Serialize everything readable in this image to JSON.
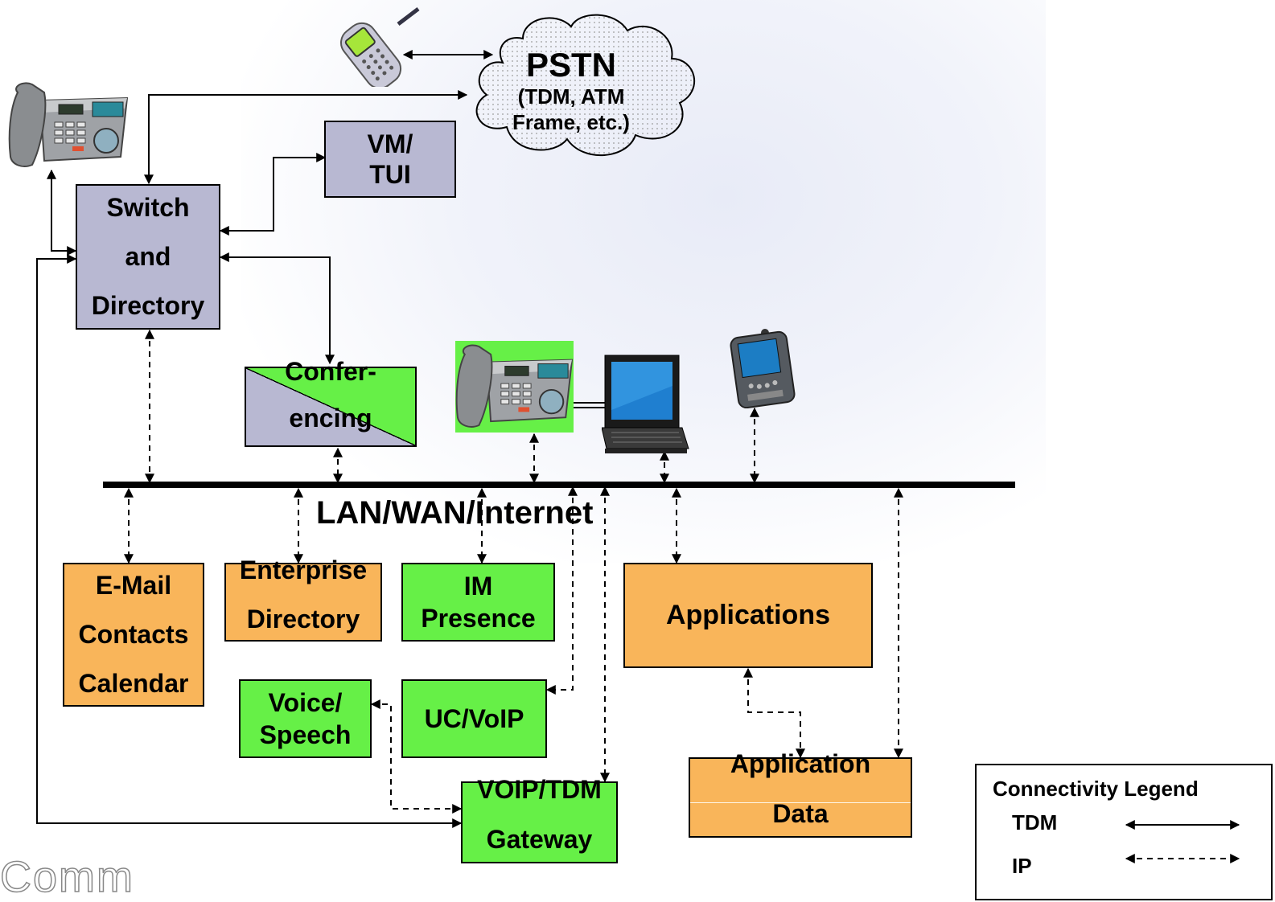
{
  "pstn": {
    "title": "PSTN",
    "line1": "(TDM, ATM",
    "line2": "Frame, etc.)"
  },
  "vm_tui": {
    "line1": "VM/",
    "line2": "TUI"
  },
  "switch": {
    "line1": "Switch",
    "line2": "and",
    "line3": "Directory"
  },
  "conferencing": {
    "line1": "Confer-",
    "line2": "encing"
  },
  "lan_label": "LAN/WAN/Internet",
  "email": {
    "line1": "E-Mail",
    "line2": "Contacts",
    "line3": "Calendar"
  },
  "enterprise": {
    "line1": "Enterprise",
    "line2": "Directory"
  },
  "im": {
    "line1": "IM",
    "line2": "Presence"
  },
  "applications": "Applications",
  "voice": {
    "line1": "Voice/",
    "line2": "Speech"
  },
  "ucvoip": "UC/VoIP",
  "gateway": {
    "line1": "VOIP/TDM",
    "line2": "Gateway"
  },
  "appdata": {
    "line1": "Application",
    "line2": "Data"
  },
  "legend": {
    "title": "Connectivity Legend",
    "tdm": "TDM",
    "ip": "IP"
  },
  "logo_text": "Comm",
  "colors": {
    "lavender": "#b8b8d2",
    "orange": "#f9b55a",
    "green": "#66f047"
  }
}
